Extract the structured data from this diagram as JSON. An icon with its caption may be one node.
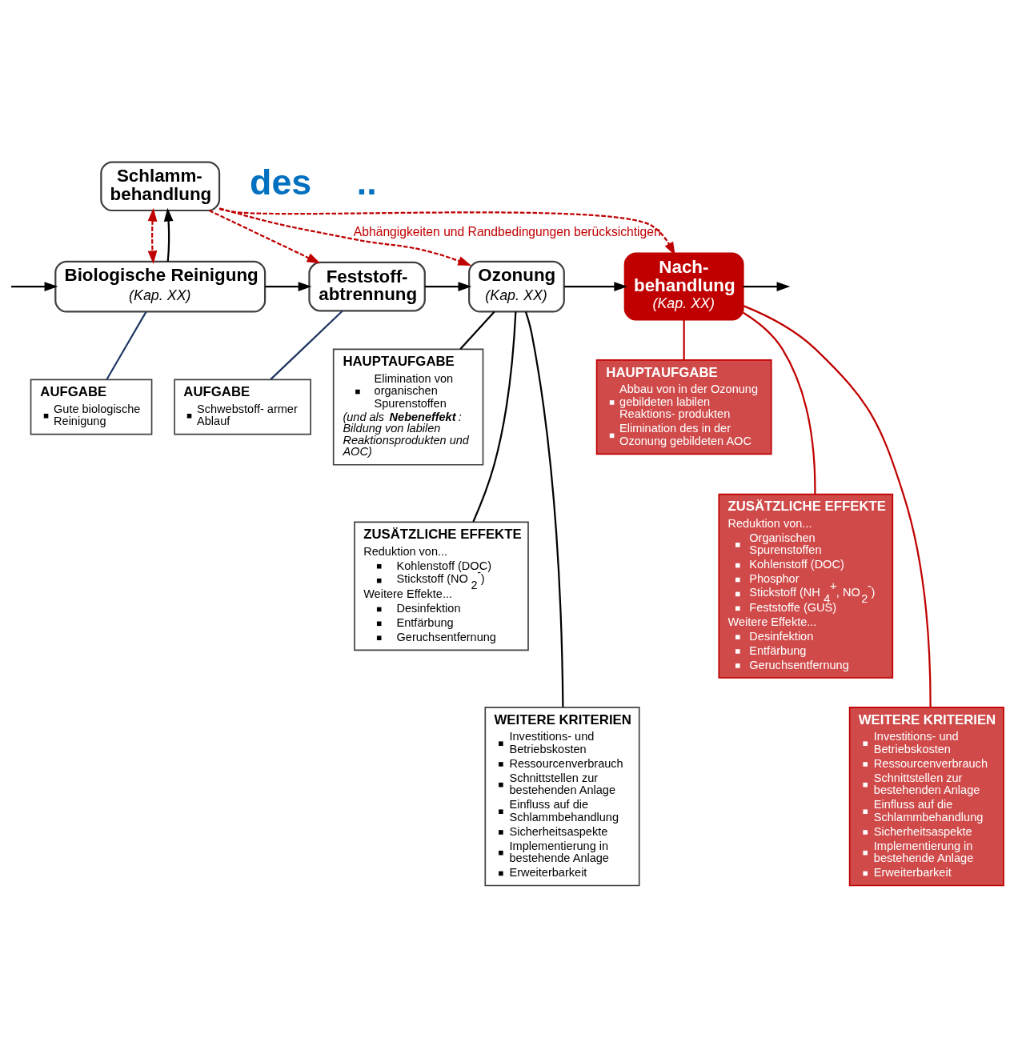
{
  "diagram": {
    "nodes": [
      {
        "text": [
          "Schlamm- behandlung"
        ]
      },
      {
        "text": [
          "Biologische Reinigung",
          "(Kap. XX)"
        ]
      },
      {
        "text": [
          "Feststoff- abtrennung"
        ]
      },
      {
        "text": [
          "Ozonung",
          "(Kap. XX)"
        ]
      },
      {
        "text": [
          "Nach- behandlung",
          "(Kap. XX)"
        ]
      },
      {
        "text": [
          "AUFGABE",
          "Gute biologische Reinigung"
        ]
      },
      {
        "text": [
          "AUFGABE",
          "Schwebstoff- armer Ablauf"
        ]
      },
      {
        "text": [
          "HAUPTAUFGABE",
          "Elimination von organischen Spurenstoffen",
          "(und als **Nebeneffekt**: Bildung von labilen Reaktionsprodukten und AOC)"
        ]
      },
      {
        "text": [
          "ZUSÄTZLICHE EFFEKTE",
          "Reduktion von...",
          "Kohlenstoff (DOC)",
          "Stickstoff (NO$_{2}$$^{-}$)",
          "Weitere Effekte...",
          "Desinfektion",
          "Entfärbung",
          "Geruchsentfernung"
        ]
      },
      {
        "text": [
          "WEITERE KRITERIEN",
          "Investitions- und Betriebskosten",
          "Ressourcenverbrauch",
          "Schnittstellen zur bestehenden Anlage",
          "Einfluss auf die Schlammbehandlung",
          "Sicherheitsaspekte",
          "Implementierung in bestehende Anlage",
          "Erweiterbarkeit"
        ]
      },
      {
        "text": [
          "HAUPTAUFGABE",
          "Abbau von in der Ozonung gebildeten labilen Reaktions- produkten",
          "Elimination des in der Ozonung gebildeten AOC"
        ]
      },
      {
        "text": [
          "ZUSÄTZLICHE EFFEKTE",
          "Reduktion von...",
          "Organischen Spurenstoffen",
          "Kohlenstoff (DOC)",
          "Phosphor",
          "Stickstoff (NH$_{4}$$^{+}$, NO$_{2}$$^{-}$)",
          "Feststoffe (GUS)",
          "Weitere Effekte...",
          "Desinfektion",
          "Entfärbung",
          "Geruchsentfernung"
        ]
      },
      {
        "text": [
          "WEITERE KRITERIEN",
          "Investitions- und Betriebskosten",
          "Ressourcenverbrauch",
          "Schnittstellen zur bestehenden Anlage",
          "Einfluss auf die Schlammbehandlung",
          "Sicherheitsaspekte",
          "Implementierung in bestehende Anlage",
          "Erweiterbarkeit"
        ]
      }
    ],
    "edges": [
      {
        "from": null,
        "to": 1,
        "arrow": "to"
      },
      {
        "from": 1,
        "to": 2,
        "arrow": "to"
      },
      {
        "from": 2,
        "to": 3,
        "arrow": "to"
      },
      {
        "from": 3,
        "to": 4,
        "arrow": "to"
      },
      {
        "from": 4,
        "to": null,
        "arrow": "to"
      },
      {
        "from": 1,
        "to": 0,
        "arrow": "to"
      },
      {
        "from": 0,
        "to": 1,
        "arrow": "both",
        "style": "dashed",
        "color": "#c00000"
      },
      {
        "from": 0,
        "to": 2,
        "arrow": "to",
        "style": "dashed",
        "color": "#c00000"
      },
      {
        "from": 0,
        "to": 3,
        "arrow": "to",
        "style": "dashed",
        "color": "#c00000",
        "label": "Abhängigkeiten und Randbedingungen berücksichtigen"
      },
      {
        "from": 0,
        "to": 4,
        "arrow": "to",
        "style": "dashed",
        "color": "#c00000"
      },
      {
        "from": 1,
        "to": 5,
        "arrow": "none",
        "color": "#1f3864"
      },
      {
        "from": 2,
        "to": 6,
        "arrow": "none",
        "color": "#1f3864"
      },
      {
        "from": 3,
        "to": 7,
        "arrow": "none"
      },
      {
        "from": 3,
        "to": 8,
        "arrow": "none"
      },
      {
        "from": 3,
        "to": 9,
        "arrow": "none"
      },
      {
        "from": 4,
        "to": 10,
        "arrow": "none",
        "color": "#c00000"
      },
      {
        "from": 4,
        "to": 11,
        "arrow": "none",
        "color": "#c00000"
      },
      {
        "from": 4,
        "to": 12,
        "arrow": "none",
        "color": "#c00000"
      }
    ],
    "labels": [
      "des",
      ".."
    ]
  }
}
